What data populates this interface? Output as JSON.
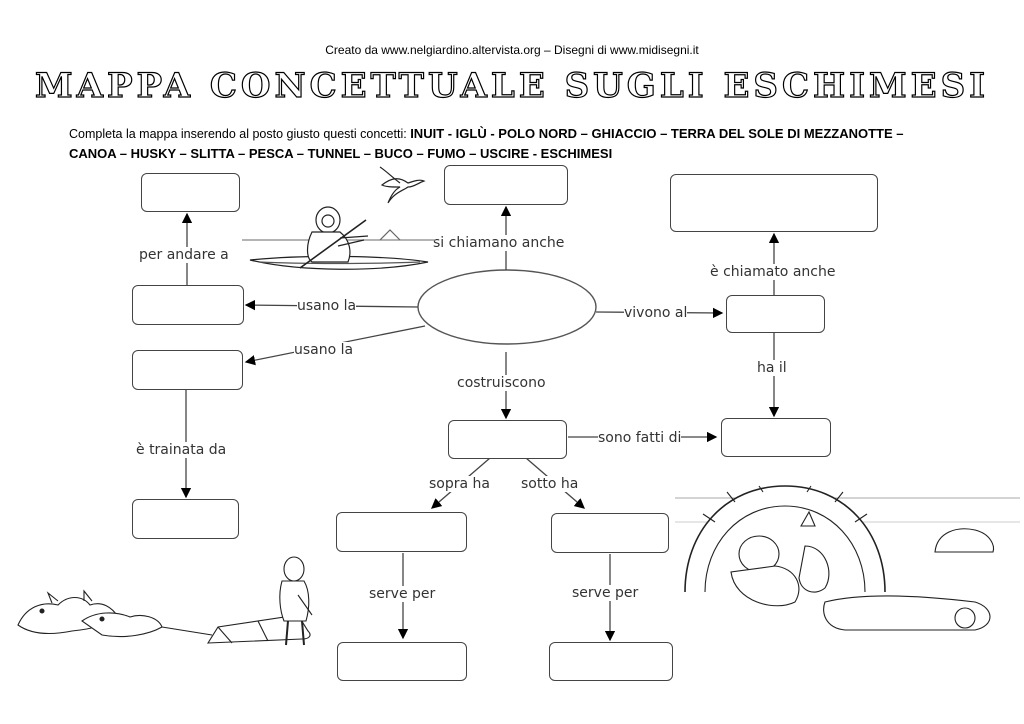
{
  "header": {
    "credit": "Creato da www.nelgiardino.altervista.org – Disegni di www.midisegni.it",
    "title": "MAPPA CONCETTUALE SUGLI ESCHIMESI"
  },
  "instructions": {
    "intro": "Completa la mappa inserendo al posto giusto questi concetti: ",
    "concepts": "INUIT  - IGLÙ - POLO NORD – GHIACCIO – TERRA DEL SOLE DI MEZZANOTTE – CANOA – HUSKY – SLITTA – PESCA – TUNNEL – BUCO – FUMO – USCIRE - ESCHIMESI"
  },
  "links": {
    "per_andare_a": "per andare a",
    "usano_la_1": "usano la",
    "usano_la_2": "usano la",
    "e_trainata_da": "è trainata da",
    "si_chiamano_anche": "si chiamano anche",
    "vivono_al": "vivono al",
    "e_chiamato_anche": "è chiamato anche",
    "ha_il": "ha il",
    "costruiscono": "costruiscono",
    "sono_fatti_di": "sono fatti di",
    "sopra_ha": "sopra ha",
    "sotto_ha": "sotto ha",
    "serve_per_1": "serve per",
    "serve_per_2": "serve per"
  },
  "icons": [
    "bird-icon",
    "kayak-eskimo-icon",
    "dog-sled-icon",
    "igloo-interior-icon"
  ]
}
